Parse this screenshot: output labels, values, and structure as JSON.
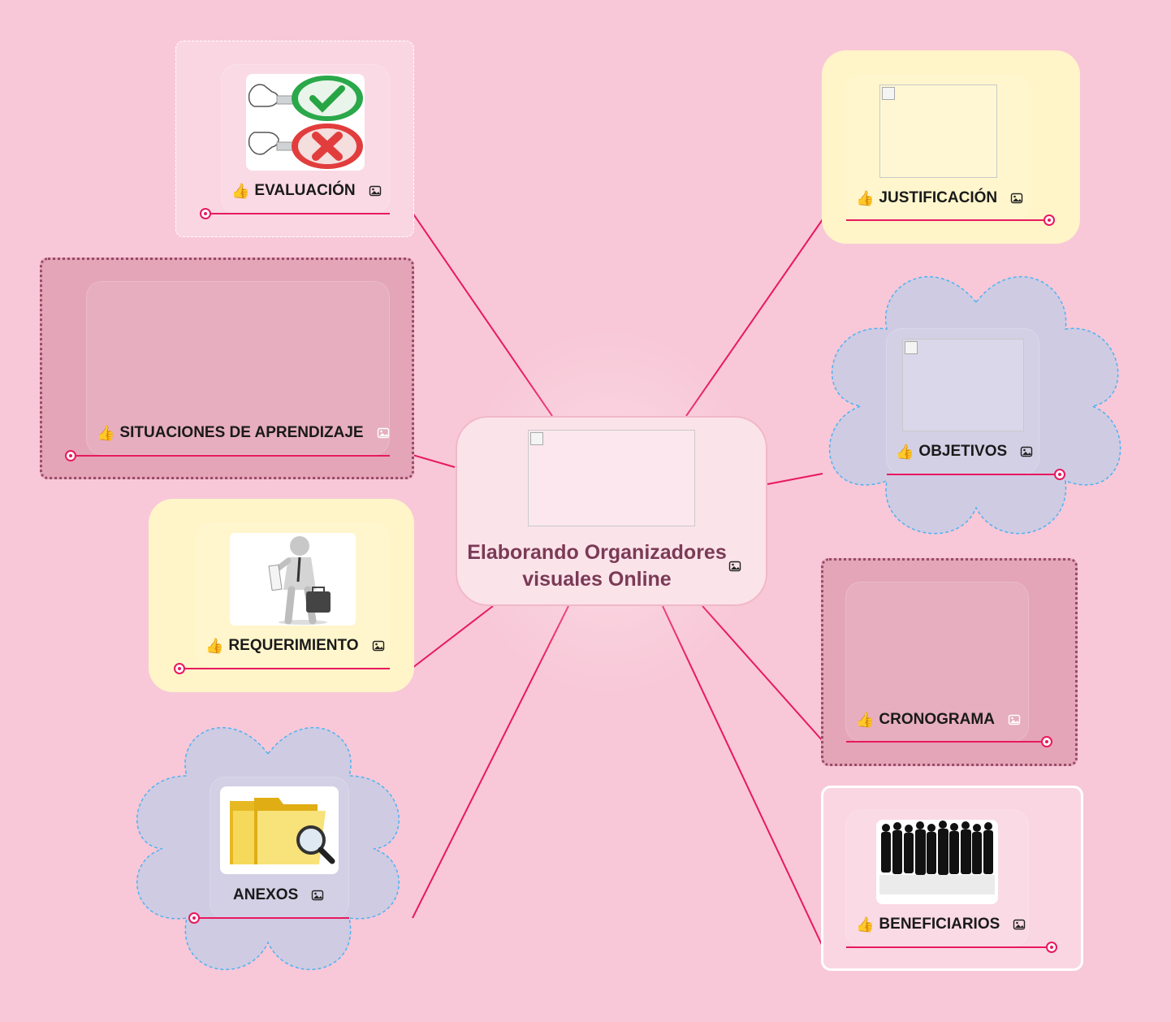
{
  "center": {
    "title": "Elaborando Organizadores visuales Online",
    "icon": "image-icon"
  },
  "colors": {
    "background": "#f8c8d8",
    "connector": "#e8195e",
    "center_text": "#7b3a55",
    "yellow_frame": "#fff5c8",
    "lavender_cloud": "#cfcbe3",
    "mauve_frame": "#e4a5b8",
    "light_pink_frame": "#fad6e2"
  },
  "nodes": {
    "evaluacion": {
      "label": "EVALUACIÓN",
      "prefix_icon": "thumbs-up-icon",
      "suffix_icon": "image-icon"
    },
    "situaciones": {
      "label": "SITUACIONES DE APRENDIZAJE",
      "prefix_icon": "thumbs-up-icon",
      "suffix_icon": "image-icon"
    },
    "requerimiento": {
      "label": "REQUERIMIENTO",
      "prefix_icon": "thumbs-up-icon",
      "suffix_icon": "image-icon"
    },
    "anexos": {
      "label": "ANEXOS",
      "suffix_icon": "image-icon"
    },
    "justificacion": {
      "label": "JUSTIFICACIÓN",
      "prefix_icon": "thumbs-up-icon",
      "suffix_icon": "image-icon"
    },
    "objetivos": {
      "label": "OBJETIVOS",
      "prefix_icon": "thumbs-up-icon",
      "suffix_icon": "image-icon"
    },
    "cronograma": {
      "label": "CRONOGRAMA",
      "prefix_icon": "thumbs-up-icon",
      "suffix_icon": "image-icon"
    },
    "beneficiarios": {
      "label": "BENEFICIARIOS",
      "prefix_icon": "thumbs-up-icon",
      "suffix_icon": "image-icon"
    }
  },
  "thumb_glyph": "👍"
}
